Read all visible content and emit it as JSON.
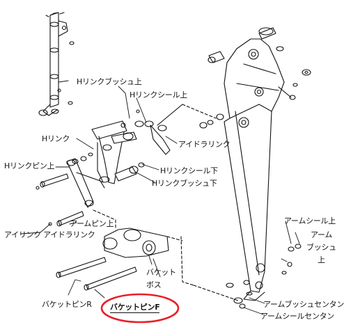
{
  "labels": {
    "h_link_bush_upper": "Hリンクブッシュ上",
    "h_link_seal_upper": "Hリンクシール上",
    "idler_link_upper": "アイドラリンク",
    "h_link": "Hリンク",
    "h_link_pin_upper": "Hリンクピン上",
    "h_link_seal_lower": "Hリンクシール下",
    "h_link_bush_lower": "Hリンクブッシュ下",
    "arm_pin_upper": "アームピン上",
    "i_link_idler_link": "アイリンク アイドラリンク",
    "bucket_boss_1": "バケット",
    "bucket_boss_2": "ボス",
    "bucket_pin_r": "バケットピンR",
    "bucket_pin_f": "バケットピンF",
    "arm_seal_upper": "アームシール上",
    "arm_bush_upper_1": "アーム",
    "arm_bush_upper_2": "ブッシュ",
    "arm_bush_upper_3": "上",
    "arm_bush_center": "アームブッシュセンタン",
    "arm_seal_center": "アームシールセンタン"
  },
  "colors": {
    "line": "#111111",
    "highlight_ring": "#e8202a"
  },
  "highlighted_part": "bucket_pin_f"
}
